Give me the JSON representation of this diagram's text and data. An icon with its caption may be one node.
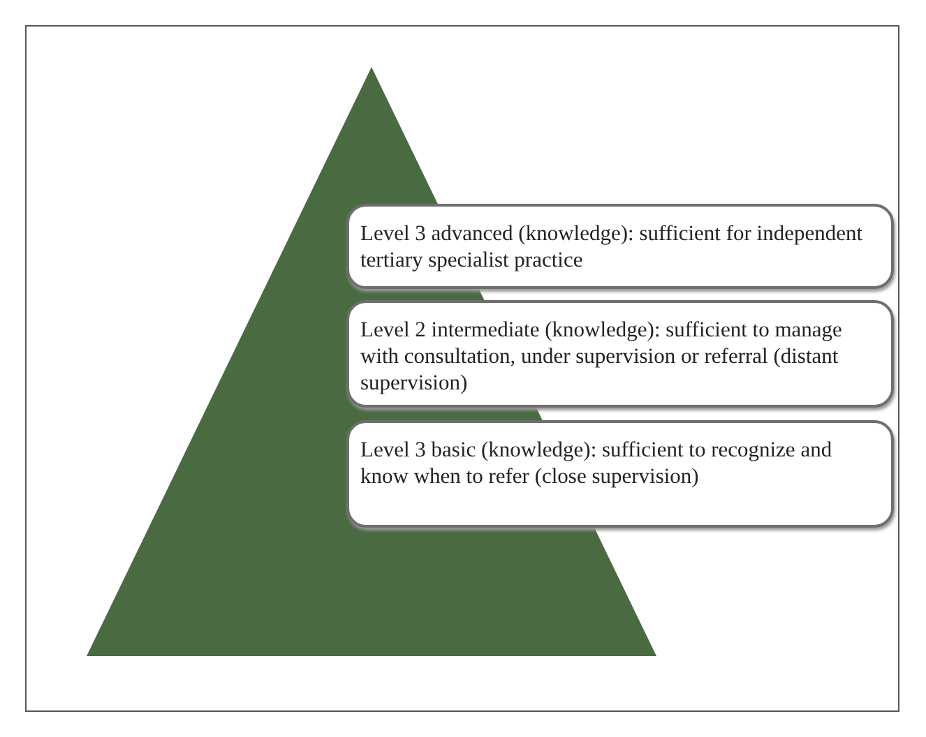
{
  "diagram": {
    "nodes": [
      {
        "text": [],
        "shape": "triangle"
      },
      {
        "text": [
          "Level 3 advanced (knowledge): sufficient for independent tertiary specialist practice"
        ]
      },
      {
        "text": [
          "Level 2 intermediate (knowledge): sufficient to manage with consultation, under supervision or referral (distant supervision)"
        ]
      },
      {
        "text": [
          "Level 3 basic (knowledge): sufficient to recognize and know when to refer (close supervision)"
        ]
      }
    ]
  }
}
